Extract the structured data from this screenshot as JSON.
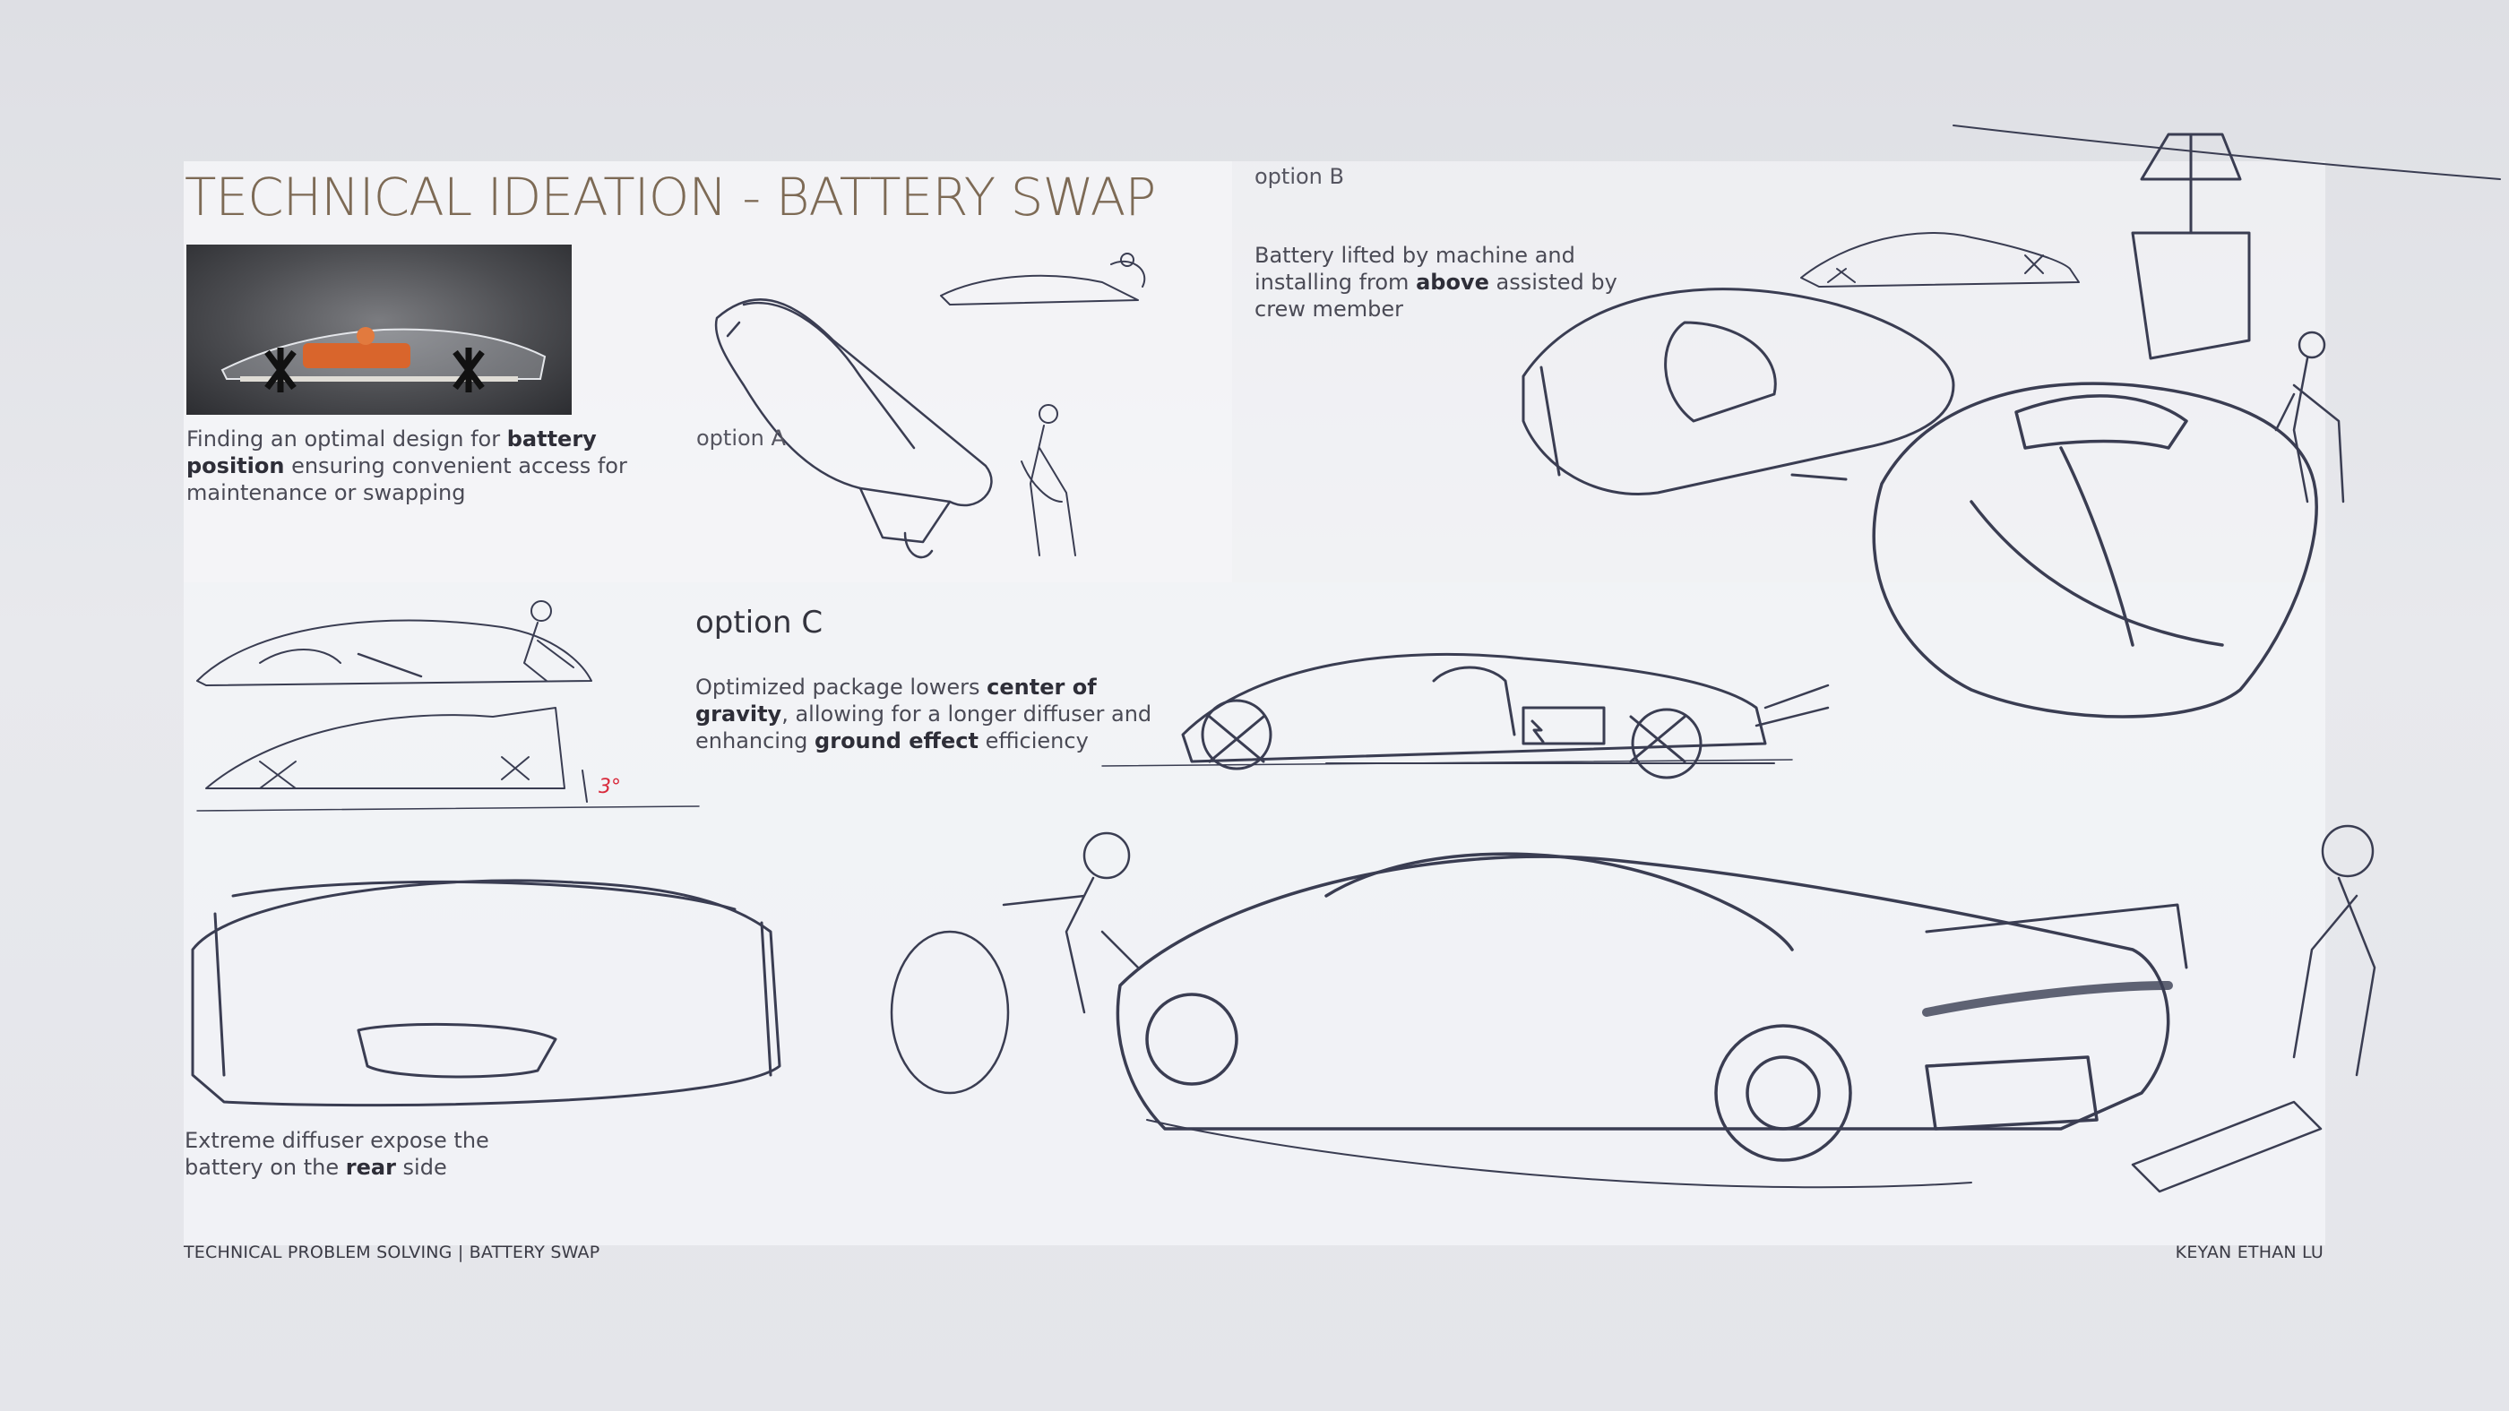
{
  "header": {
    "title": "TECHNICAL IDEATION - BATTERY SWAP"
  },
  "intro": {
    "text_before": "Finding an optimal design for ",
    "bold_1": "battery position",
    "text_after": " ensuring convenient access for maintenance or swapping"
  },
  "option_a": {
    "label": "option A"
  },
  "option_b": {
    "label": "option B",
    "text_before": "Battery lifted by machine and installing from ",
    "bold_1": "above",
    "text_after": " assisted by crew member"
  },
  "option_c": {
    "label": "option C",
    "text_before": "Optimized package lowers ",
    "bold_1": "center of gravity",
    "text_mid": ", allowing for a longer diffuser and enhancing ",
    "bold_2": "ground effect",
    "text_after": " efficiency"
  },
  "sketch_annotation": {
    "angle": "3°"
  },
  "diffuser_note": {
    "text_before": "Extreme diffuser expose the battery on the ",
    "bold_1": "rear",
    "text_after": " side"
  },
  "footer": {
    "left": "TECHNICAL PROBLEM SOLVING | BATTERY SWAP",
    "right": "KEYAN ETHAN LU"
  },
  "colors": {
    "title": "#7d6a55",
    "body_text": "#4a4a55",
    "sketch_line": "#3a3d52",
    "accent_red": "#d8283a"
  }
}
